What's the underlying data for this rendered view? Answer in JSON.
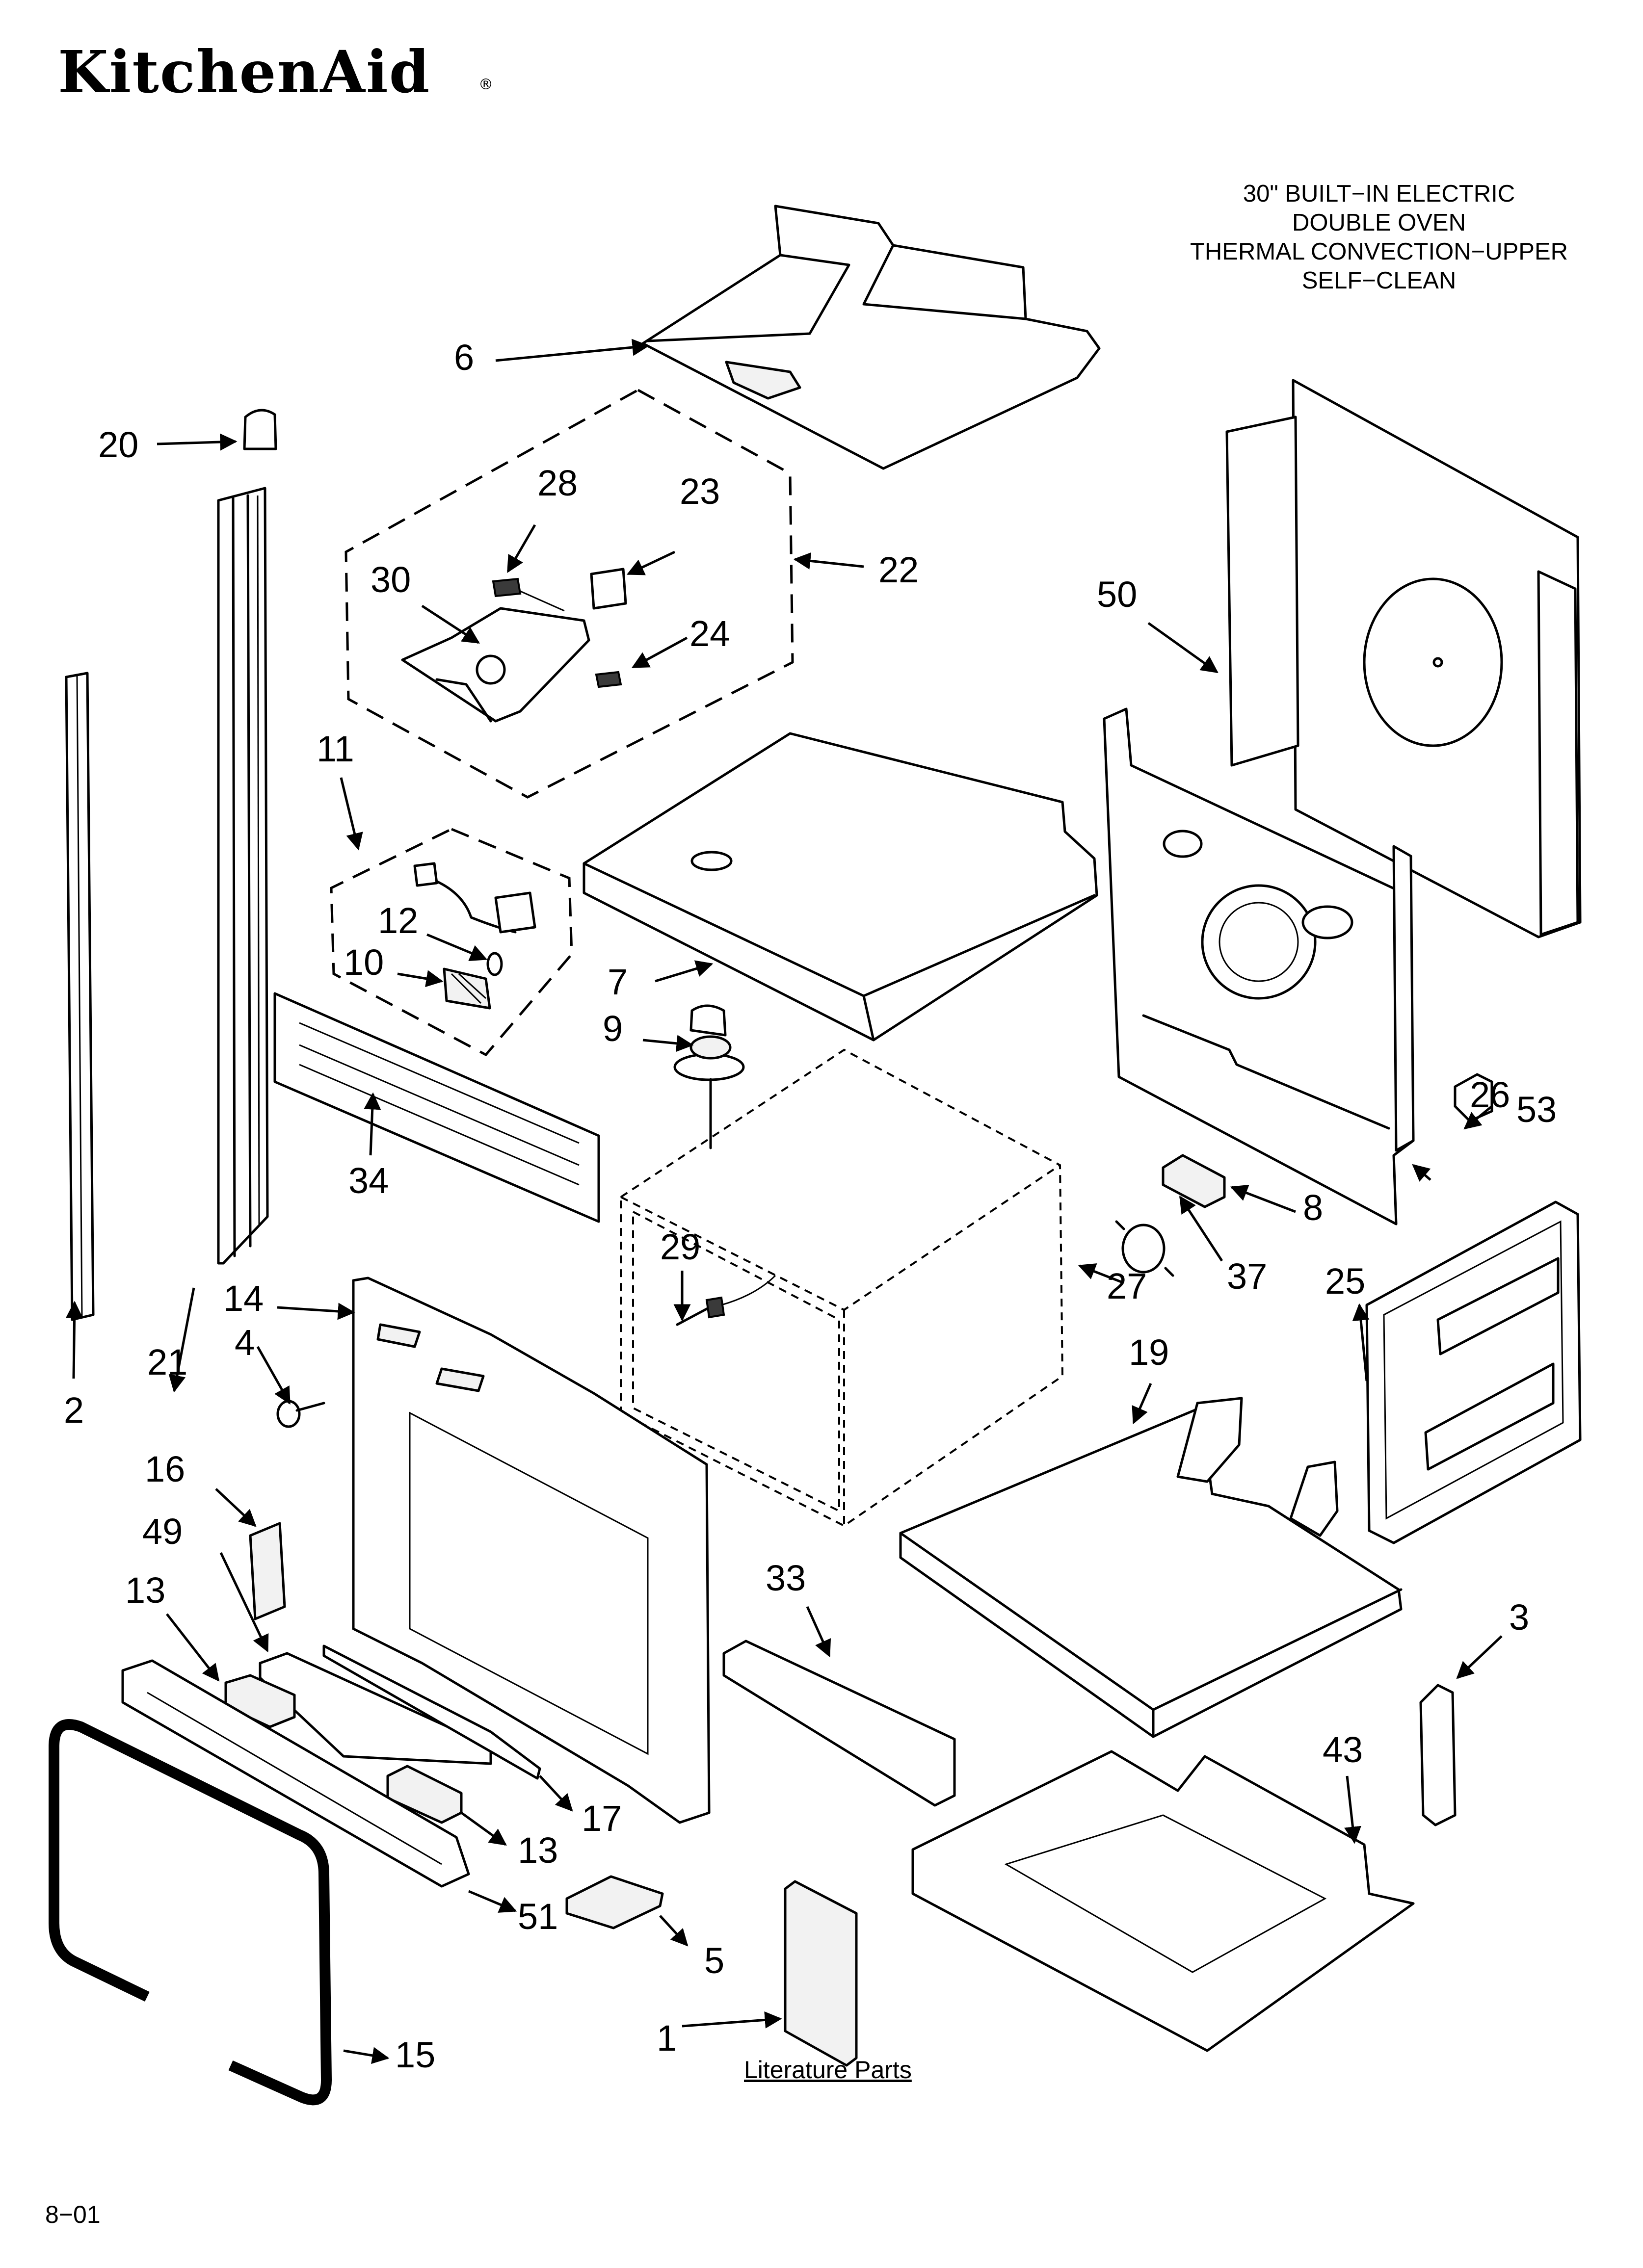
{
  "brand": {
    "name": "KitchenAid",
    "mark": "®"
  },
  "title": {
    "lines": [
      "30\" BUILT−IN ELECTRIC",
      "DOUBLE OVEN",
      "THERMAL CONVECTION−UPPER",
      "SELF−CLEAN"
    ]
  },
  "callouts": {
    "c1": "1",
    "c2": "2",
    "c3": "3",
    "c4": "4",
    "c5": "5",
    "c6": "6",
    "c7": "7",
    "c8": "8",
    "c9": "9",
    "c10": "10",
    "c11": "11",
    "c12": "12",
    "c13a": "13",
    "c13b": "13",
    "c14": "14",
    "c15": "15",
    "c16": "16",
    "c17": "17",
    "c19": "19",
    "c20": "20",
    "c21": "21",
    "c22": "22",
    "c23": "23",
    "c24": "24",
    "c25": "25",
    "c26": "26",
    "c27": "27",
    "c28": "28",
    "c29": "29",
    "c30": "30",
    "c33": "33",
    "c34": "34",
    "c37": "37",
    "c43": "43",
    "c49": "49",
    "c50": "50",
    "c51": "51",
    "c53": "53"
  },
  "literature_label": "Literature Parts",
  "footer": {
    "code": "8−01"
  }
}
